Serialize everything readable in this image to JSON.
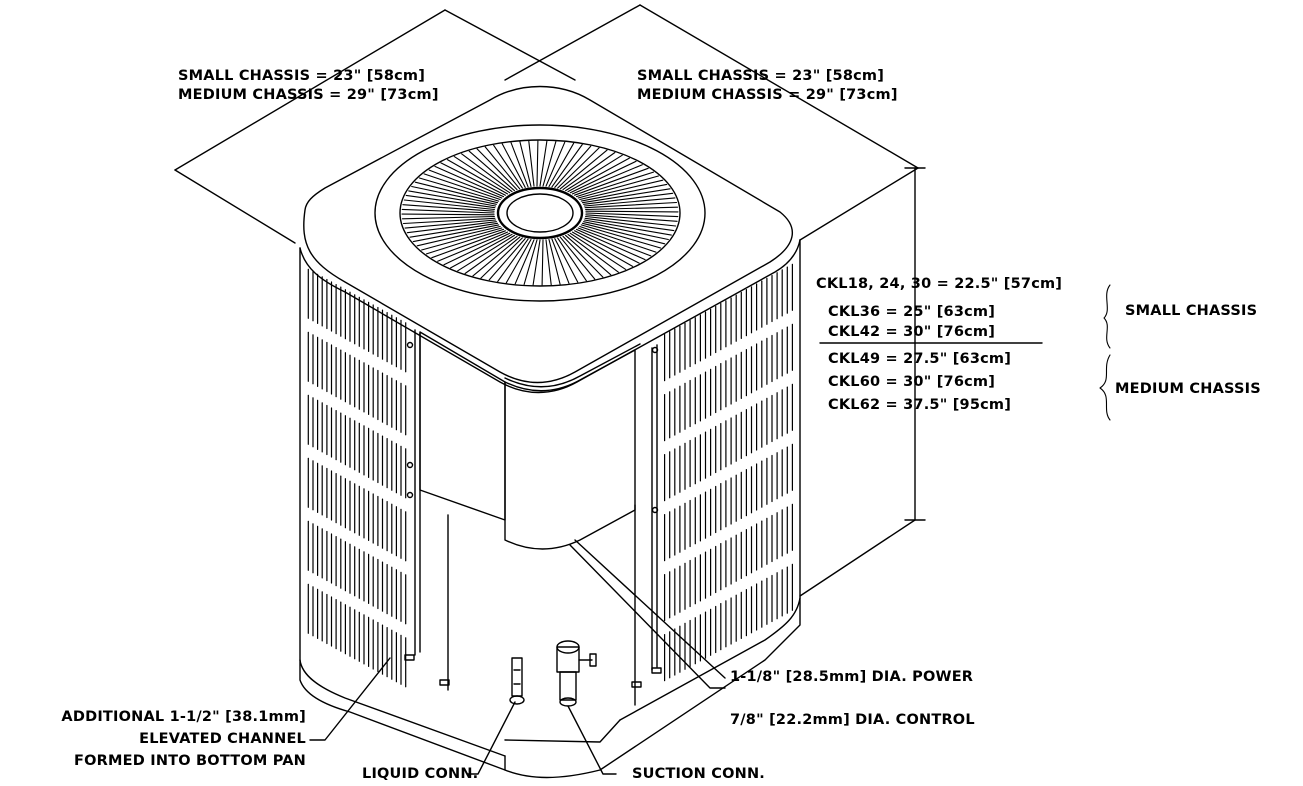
{
  "width_label": {
    "small": "SMALL CHASSIS = 23\" [58cm]",
    "medium": "MEDIUM CHASSIS = 29\" [73cm]"
  },
  "depth_label": {
    "small": "SMALL CHASSIS = 23\" [58cm]",
    "medium": "MEDIUM CHASSIS = 29\" [73cm]"
  },
  "heights": {
    "small_group": [
      "CKL18, 24, 30 = 22.5\" [57cm]",
      "CKL36 = 25\" [63cm]",
      "CKL42 = 30\" [76cm]"
    ],
    "medium_group": [
      "CKL49 = 27.5\" [63cm]",
      "CKL60 = 30\" [76cm]",
      "CKL62 = 37.5\" [95cm]"
    ],
    "small_chassis": "SMALL CHASSIS",
    "medium_chassis": "MEDIUM CHASSIS"
  },
  "callouts": {
    "power": "1-1/8\" [28.5mm] DIA. POWER",
    "control": "7/8\" [22.2mm] DIA. CONTROL",
    "channel": [
      "ADDITIONAL 1-1/2\" [38.1mm]",
      "ELEVATED CHANNEL",
      "FORMED INTO BOTTOM PAN"
    ],
    "liquid": "LIQUID CONN.",
    "suction": "SUCTION CONN."
  }
}
